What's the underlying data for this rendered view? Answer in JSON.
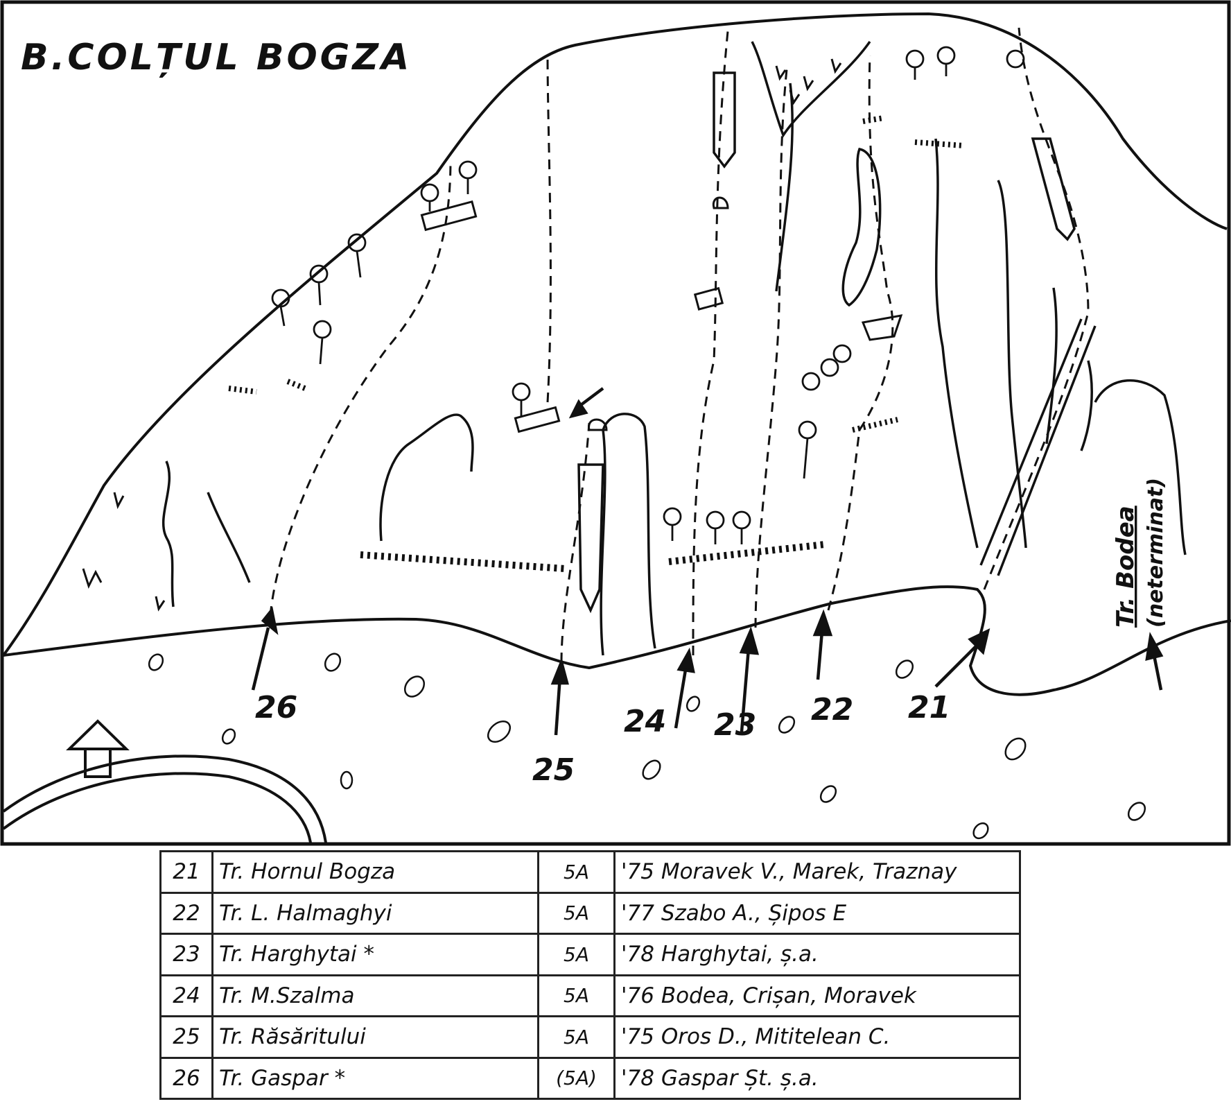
{
  "title": "B.COLȚUL BOGZA",
  "route_numbers": [
    "21",
    "22",
    "23",
    "24",
    "25",
    "26"
  ],
  "side_route": {
    "name": "Tr. Bodea",
    "note": "(neterminat)"
  },
  "legend": {
    "rows": [
      {
        "num": "21",
        "name": "Tr. Hornul Bogza",
        "grade": "5A",
        "year": "'75",
        "authors": "Moravek V., Marek, Traznay"
      },
      {
        "num": "22",
        "name": "Tr. L. Halmaghyi",
        "grade": "5A",
        "year": "'77",
        "authors": "Szabo A., Șipos E"
      },
      {
        "num": "23",
        "name": "Tr. Harghytai *",
        "grade": "5A",
        "year": "'78",
        "authors": "Harghytai, ș.a."
      },
      {
        "num": "24",
        "name": "Tr. M.Szalma",
        "grade": "5A",
        "year": "'76",
        "authors": "Bodea, Crișan, Moravek"
      },
      {
        "num": "25",
        "name": "Tr. Răsăritului",
        "grade": "5A",
        "year": "'75",
        "authors": "Oros D., Mititelean C."
      },
      {
        "num": "26",
        "name": "Tr. Gaspar *",
        "grade": "(5A)",
        "year": "'78",
        "authors": "Gaspar Șt. ș.a."
      }
    ]
  }
}
